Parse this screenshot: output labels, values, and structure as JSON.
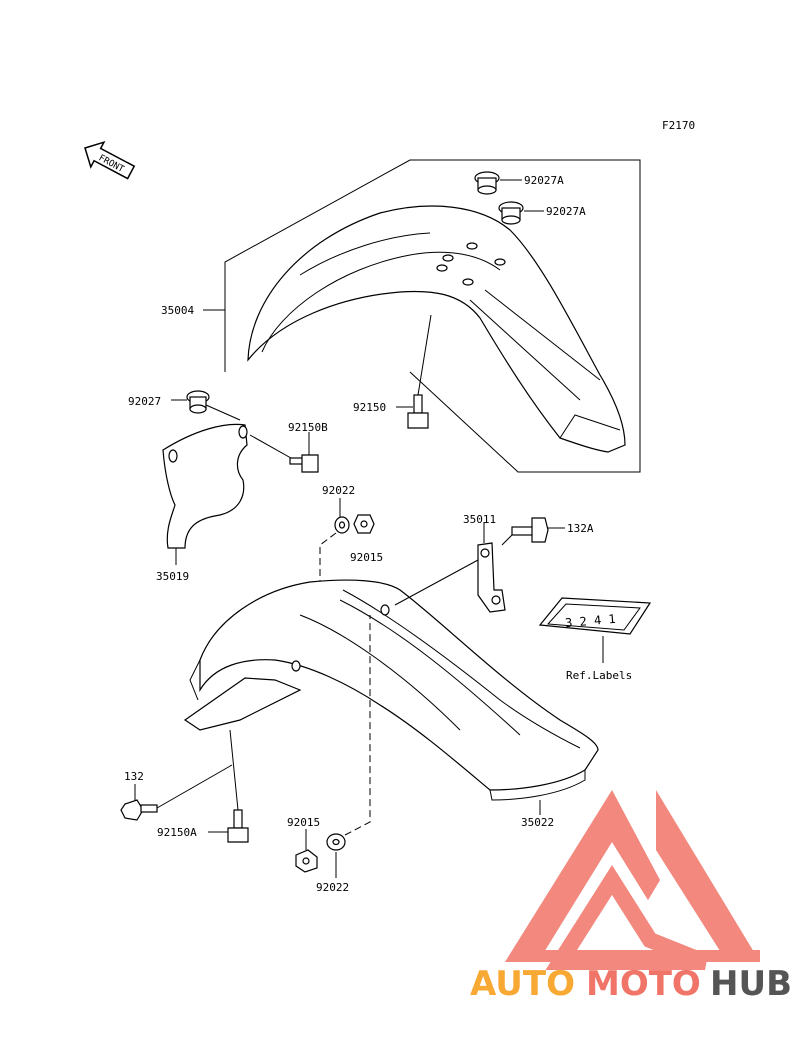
{
  "figure_code": "F2170",
  "front_arrow": {
    "text": "FRONT"
  },
  "labels": {
    "p92027A_1": "92027A",
    "p92027A_2": "92027A",
    "p35004": "35004",
    "p92150": "92150",
    "p92027": "92027",
    "p92150B": "92150B",
    "p35019": "35019",
    "p92022_top": "92022",
    "p92015_top": "92015",
    "p35011": "35011",
    "p132A": "132A",
    "ref_labels": "Ref.Labels",
    "p132": "132",
    "p92150A": "92150A",
    "p92015_bottom": "92015",
    "p92022_bottom": "92022",
    "p35022": "35022"
  },
  "ref_label_plate_text": "3 2 4 1",
  "watermark": {
    "part1": "AUTO",
    "part2": "MOTO",
    "part3": "HUB",
    "colors": {
      "auto": "#f7a934",
      "moto": "#f07468",
      "hub": "#555555",
      "triangle": "#f07468"
    }
  }
}
